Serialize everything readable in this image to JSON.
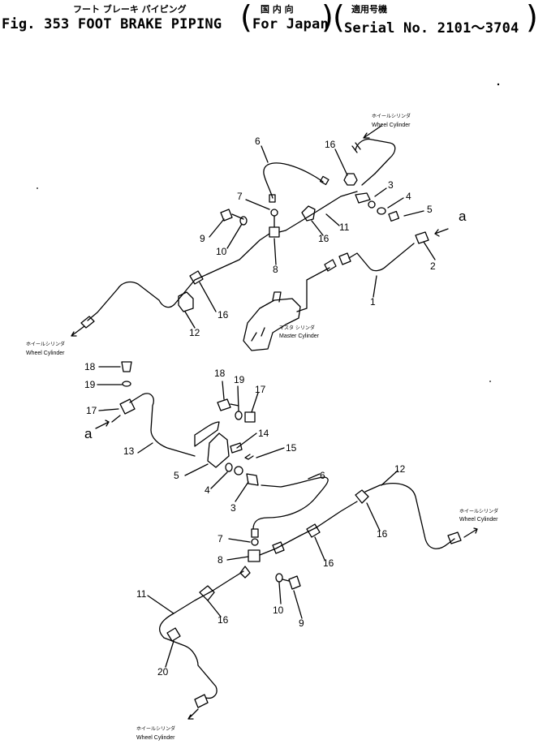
{
  "header": {
    "title_jp": "フート ブレーキ パイピング",
    "title_en": "Fig. 353 FOOT BRAKE PIPING",
    "market_jp": "国 内 向",
    "market_en": "For Japan",
    "serial_jp": "適用号機",
    "serial_en": "Serial No. 2101～3704"
  },
  "labels": {
    "wheel_cylinder_jp": "ホイールシリンダ",
    "wheel_cylinder_en": "Wheel Cylinder",
    "master_cylinder_jp": "マスタ シリンダ",
    "master_cylinder_en": "Master Cylinder",
    "connector_a": "a"
  },
  "part_numbers": {
    "upper": [
      "6",
      "16",
      "3",
      "4",
      "5",
      "7",
      "9",
      "10",
      "8",
      "11",
      "16",
      "2",
      "1",
      "16",
      "12"
    ],
    "lower": [
      "18",
      "19",
      "17",
      "18",
      "19",
      "17",
      "14",
      "15",
      "13",
      "5",
      "4",
      "3",
      "6",
      "12",
      "7",
      "8",
      "16",
      "16",
      "10",
      "9",
      "11",
      "16",
      "20"
    ]
  }
}
